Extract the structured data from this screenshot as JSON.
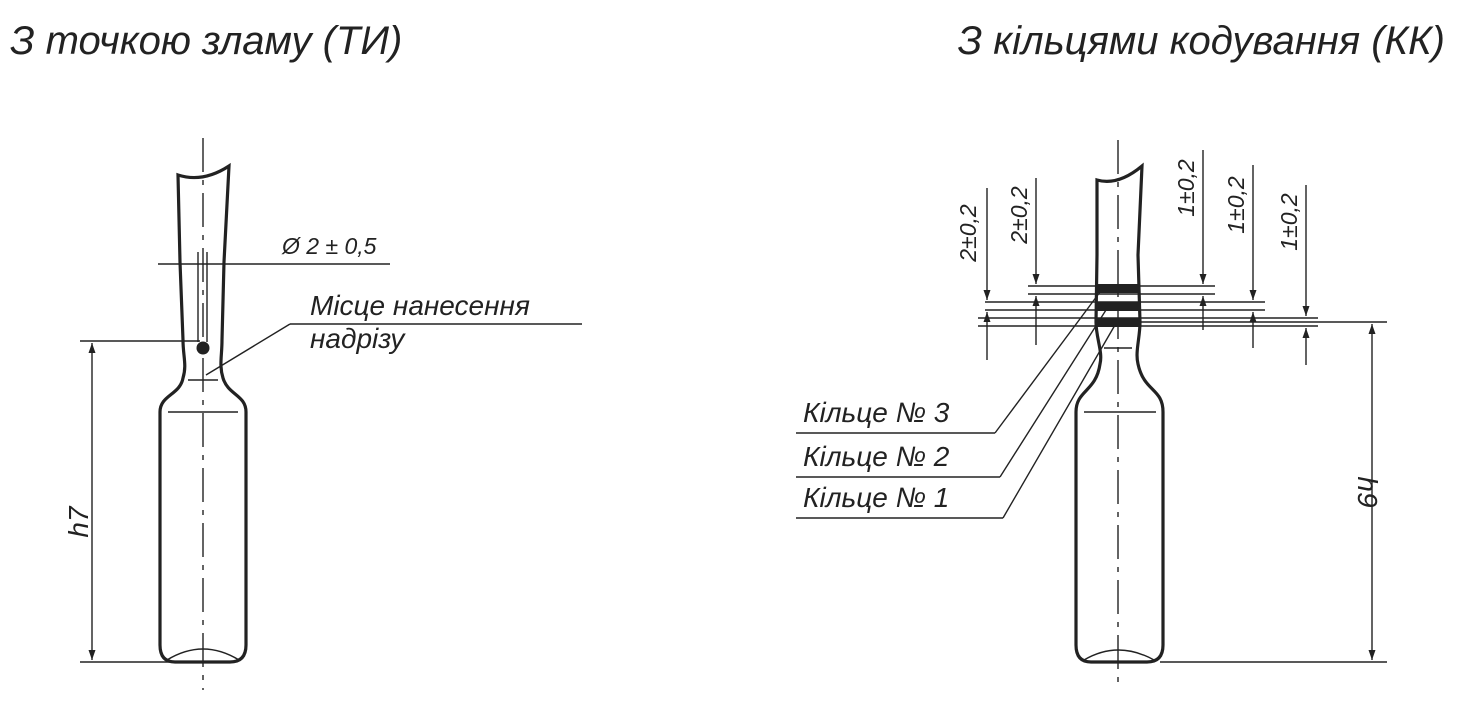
{
  "left_panel": {
    "title": "З точкою зламу (ТИ)",
    "diameter_label": "Ø 2 ± 0,5",
    "notch_label_line1": "Місце нанесення",
    "notch_label_line2": "надрізу",
    "height_label": "h7"
  },
  "right_panel": {
    "title": "З кільцями кодування (КК)",
    "ring_labels": [
      "Кільце № 3",
      "Кільце № 2",
      "Кільце № 1"
    ],
    "dimensions": [
      "2±0,2",
      "2±0,2",
      "1±0,2",
      "1±0,2",
      "1±0,2"
    ],
    "height_label": "h9"
  }
}
